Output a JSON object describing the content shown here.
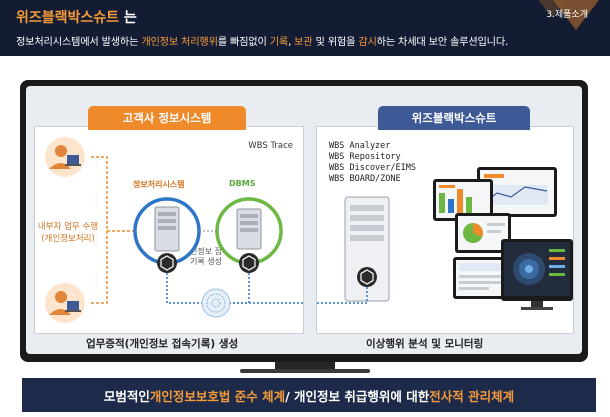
{
  "header": {
    "title_brand": "위즈블랙박스슈트",
    "title_rest": " 는",
    "section": "3.제품소개",
    "sub_parts": [
      {
        "text": "정보처리시스템에서 발생하는 ",
        "hl": false
      },
      {
        "text": "개인정보 처리행위",
        "hl": true
      },
      {
        "text": "를 빠짐없이 ",
        "hl": false
      },
      {
        "text": "기록",
        "hl": true
      },
      {
        "text": ", ",
        "hl": false
      },
      {
        "text": "보관",
        "hl": true
      },
      {
        "text": " 및 위험을 ",
        "hl": false
      },
      {
        "text": "감시",
        "hl": true
      },
      {
        "text": "하는 차세대 보안 솔루션입니다.",
        "hl": false
      }
    ]
  },
  "diagram": {
    "left_tab": "고객사 정보시스템",
    "right_tab": "위즈블랙박스슈트",
    "wbs_trace": "WBS Trace",
    "system_label": "정보처리시스템",
    "dbms_label": "DBMS",
    "insider_label": "내부자 업무 수행 (개인정보처리)",
    "log_label": "개인정보 접속기록 생성",
    "products": [
      "WBS Analyzer",
      "WBS Repository",
      "WBS Discover/EIMS",
      "WBS BOARD/ZONE"
    ],
    "left_caption": "업무증적(개인정보 접속기록) 생성",
    "right_caption": "이상행위 분석 및 모니터링"
  },
  "footer": {
    "parts": [
      {
        "text": "모범적인 ",
        "hl": false
      },
      {
        "text": "개인정보보호법 준수 체계",
        "hl": true
      },
      {
        "text": " / 개인정보 취급행위에 대한 ",
        "hl": false
      },
      {
        "text": "전사적 관리체계",
        "hl": true
      }
    ]
  },
  "colors": {
    "navy": "#141c33",
    "orange": "#ef8a2b",
    "blue": "#3d5a96",
    "green": "#5aa83a"
  }
}
